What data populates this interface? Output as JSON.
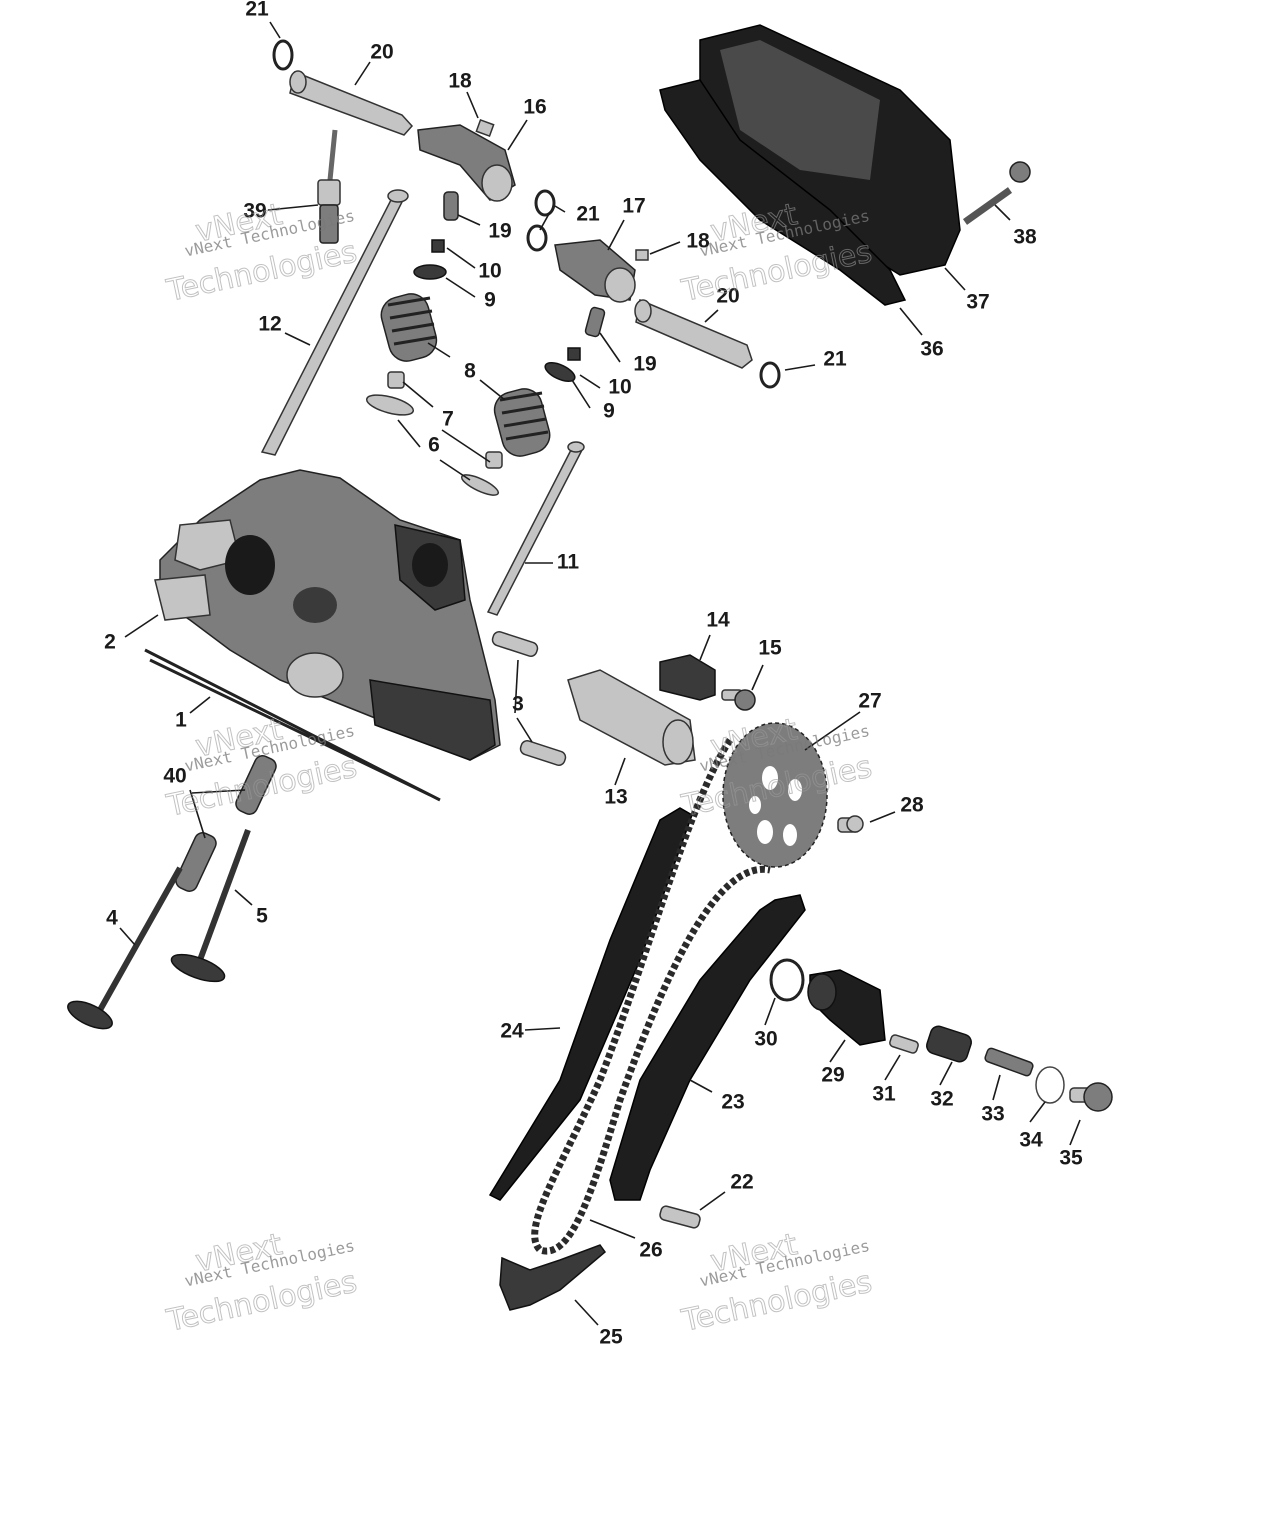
{
  "diagram": {
    "callouts": [
      "1",
      "2",
      "3",
      "4",
      "5",
      "6",
      "7",
      "8",
      "9",
      "10",
      "11",
      "12",
      "13",
      "14",
      "15",
      "16",
      "17",
      "18",
      "19",
      "20",
      "21",
      "22",
      "23",
      "24",
      "25",
      "26",
      "27",
      "28",
      "29",
      "30",
      "31",
      "32",
      "33",
      "34",
      "35",
      "36",
      "37",
      "38",
      "39",
      "40"
    ],
    "watermark": {
      "line1": "vNext",
      "line2": "vNext Technologies",
      "line3": "Technologies"
    }
  }
}
